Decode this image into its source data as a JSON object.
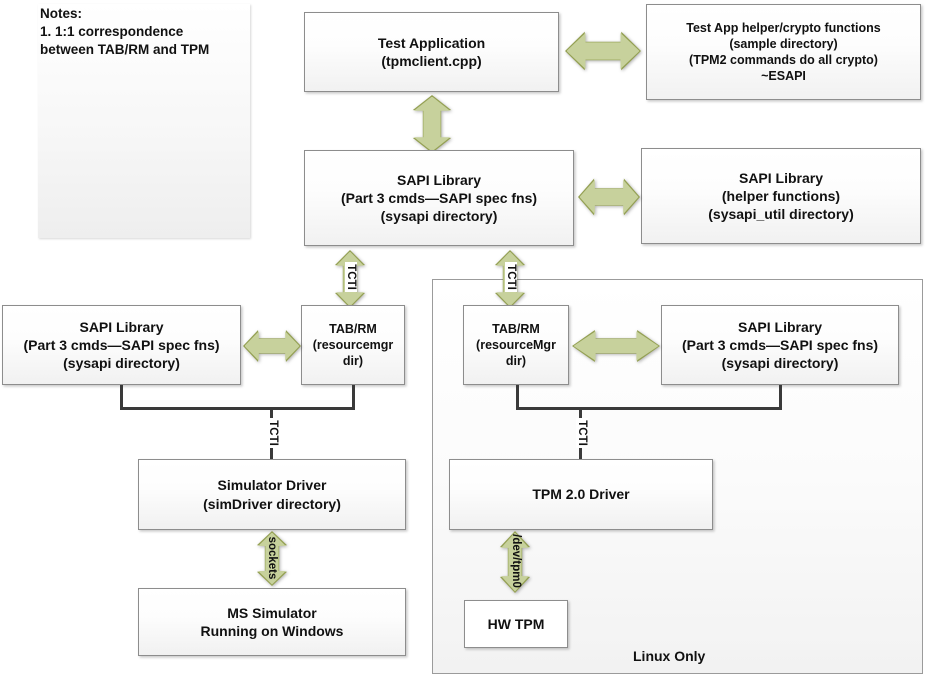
{
  "notes": {
    "name": "notes-panel",
    "text": "Notes:\n1.  1:1 correspondence\nbetween TAB/RM and TPM"
  },
  "colors": {
    "arrow_fill": "#c7d19c",
    "arrow_border": "#94a053",
    "box_border": "#8d8d8d",
    "text": "#111111",
    "container_border": "#9b9b9b"
  },
  "boxes": {
    "test_application": "Test Application\n(tpmclient.cpp)",
    "test_app_helper": "Test App helper/crypto functions\n(sample directory)\n(TPM2 commands do all crypto)\n~ESAPI",
    "sapi_main": "SAPI Library\n(Part 3 cmds—SAPI spec fns)\n(sysapi directory)",
    "sapi_helper": "SAPI Library\n(helper functions)\n(sysapi_util directory)",
    "sapi_left": "SAPI Library\n(Part 3 cmds—SAPI spec fns)\n(sysapi directory)",
    "tabrm_left": "TAB/RM\n(resourcemgr\ndir)",
    "tabrm_right": "TAB/RM\n(resourceMgr\ndir)",
    "sapi_right": "SAPI Library\n(Part 3 cmds—SAPI spec fns)\n(sysapi directory)",
    "simulator_driver": "Simulator Driver\n(simDriver directory)",
    "ms_simulator": "MS Simulator\nRunning on Windows",
    "tpm_driver": "TPM 2.0 Driver",
    "hw_tpm": "HW TPM"
  },
  "containers": {
    "linux_only": "Linux Only"
  },
  "edge_labels": {
    "tcti_mid_left": "TCTI",
    "tcti_mid_right": "TCTI",
    "tcti_bottom_left": "TCTI",
    "tcti_bottom_right": "TCTI",
    "sockets": "sockets",
    "dev_tpm0": "/dev/tpm0"
  }
}
